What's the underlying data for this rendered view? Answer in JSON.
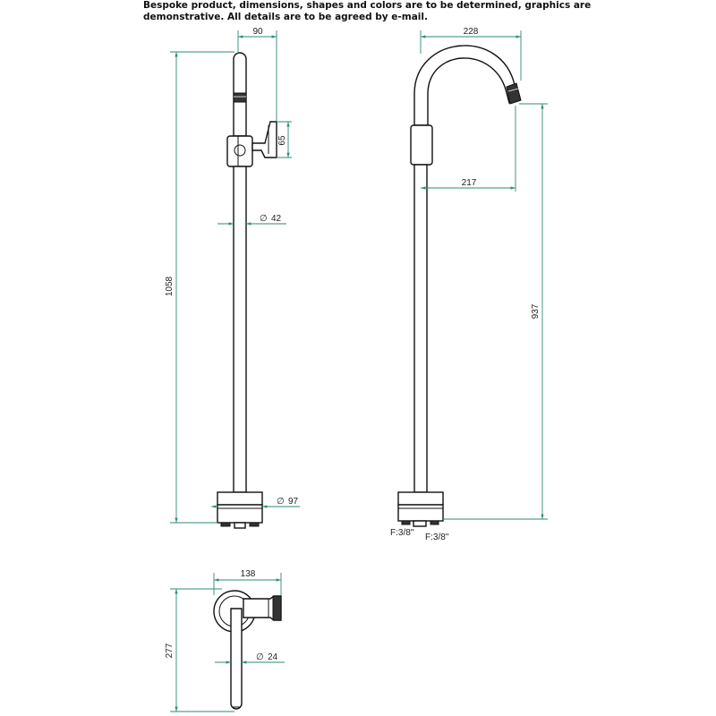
{
  "note": {
    "line1": "Bespoke product, dimensions, shapes and colors are to be determined, graphics are",
    "line2": "demonstrative. All details are to be agreed by e-mail."
  },
  "front_view": {
    "width_top": "90",
    "lever_height": "65",
    "tube_diameter": "42",
    "total_height": "1058",
    "base_diameter": "97"
  },
  "side_view": {
    "spout_width": "228",
    "spout_reach": "217",
    "spout_height": "937",
    "connection_left": "F:3/8\"",
    "connection_right": "F:3/8\""
  },
  "top_view": {
    "width": "138",
    "depth": "277",
    "tube_diameter": "24"
  }
}
